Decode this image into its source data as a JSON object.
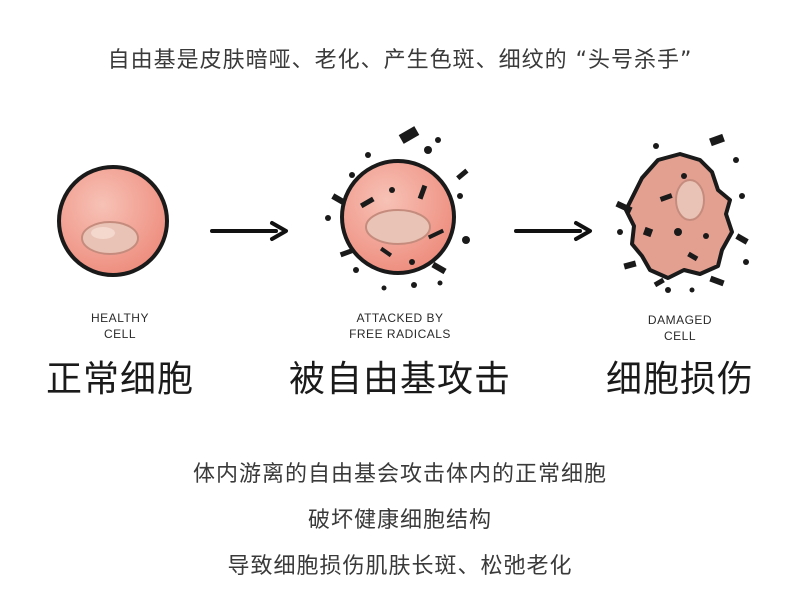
{
  "headline": "自由基是皮肤暗哑、老化、产生色斑、细纹的 “头号杀手”",
  "stages": [
    {
      "label_en": [
        "HEALTHY",
        "CELL"
      ],
      "label_zh": "正常细胞"
    },
    {
      "label_en": [
        "ATTACKED BY",
        "FREE RADICALS"
      ],
      "label_zh": "被自由基攻击"
    },
    {
      "label_en": [
        "DAMAGED",
        "CELL"
      ],
      "label_zh": "细胞损伤"
    }
  ],
  "description": [
    "体内游离的自由基会攻击体内的正常细胞",
    "破坏健康细胞结构",
    "导致细胞损伤肌肤长斑、松弛老化"
  ],
  "colors": {
    "cell_fill": "#f2a395",
    "cell_highlight": "#f7c2b6",
    "cell_outline": "#1a1a1a",
    "nucleus_fill": "#e6b9ab",
    "damaged_fill": "#e3a091"
  }
}
